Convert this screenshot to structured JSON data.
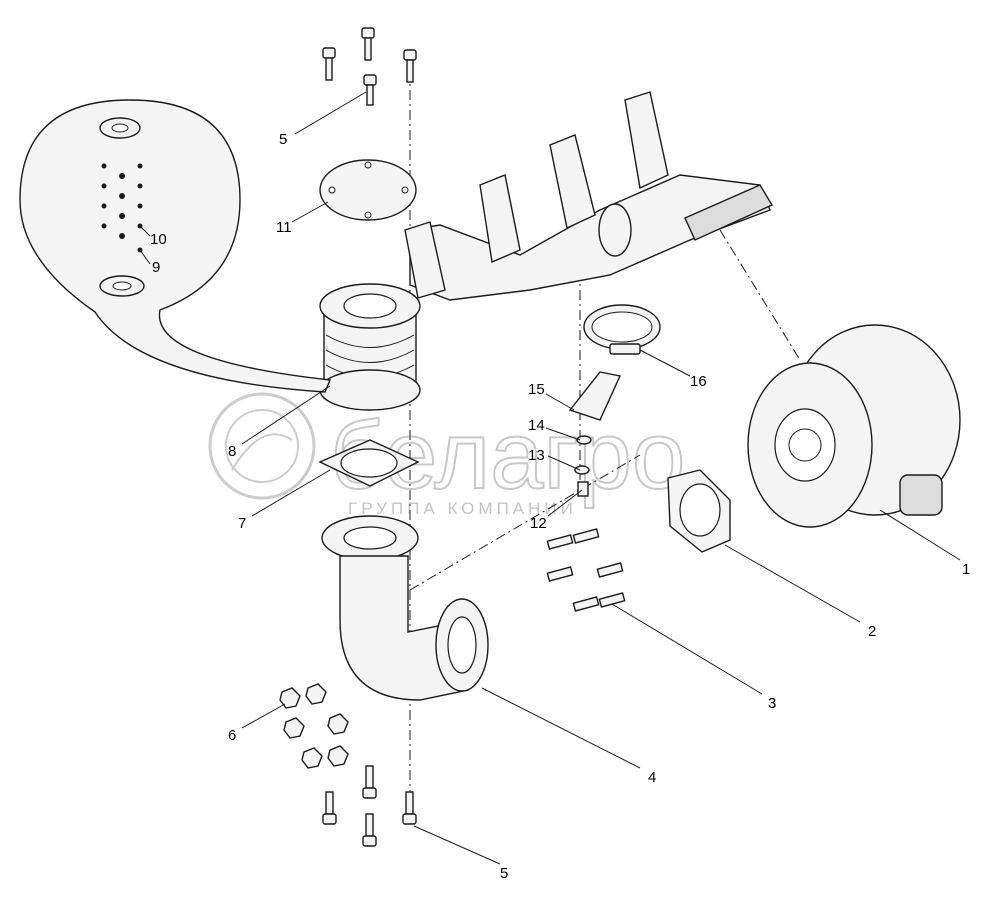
{
  "watermark": {
    "brand": "белагро",
    "subtitle": "ГРУППА КОМПАНИЙ"
  },
  "callouts": [
    {
      "id": "c1",
      "label": "1"
    },
    {
      "id": "c2",
      "label": "2"
    },
    {
      "id": "c3",
      "label": "3"
    },
    {
      "id": "c4",
      "label": "4"
    },
    {
      "id": "c5a",
      "label": "5"
    },
    {
      "id": "c5b",
      "label": "5"
    },
    {
      "id": "c6",
      "label": "6"
    },
    {
      "id": "c7",
      "label": "7"
    },
    {
      "id": "c8",
      "label": "8"
    },
    {
      "id": "c9",
      "label": "9"
    },
    {
      "id": "c10",
      "label": "10"
    },
    {
      "id": "c11",
      "label": "11"
    },
    {
      "id": "c12",
      "label": "12"
    },
    {
      "id": "c13",
      "label": "13"
    },
    {
      "id": "c14",
      "label": "14"
    },
    {
      "id": "c15",
      "label": "15"
    },
    {
      "id": "c16",
      "label": "16"
    }
  ],
  "colors": {
    "ink": "#1a1a1a",
    "fill": "#f4f4f4",
    "watermark": "#c8c8c8"
  }
}
